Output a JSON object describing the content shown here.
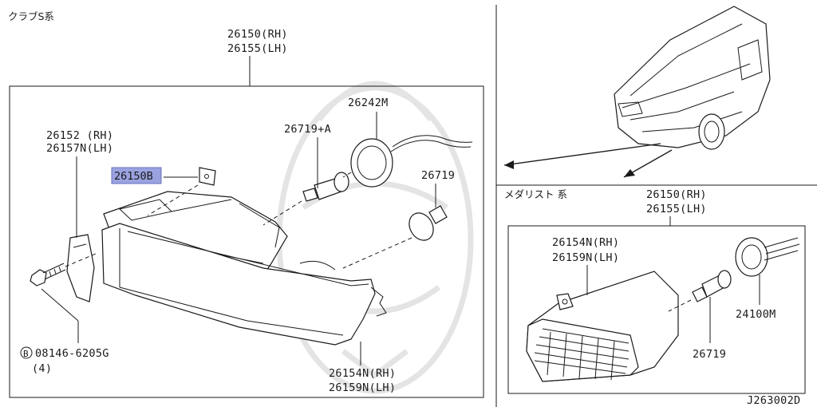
{
  "sections": {
    "left_title": "クラブS系",
    "right_bottom_title": "メダリスト 系"
  },
  "left_assembly": {
    "code_rh": "26150(RH)",
    "code_lh": "26155(LH)"
  },
  "left_parts": {
    "socket_26242m": "26242M",
    "bulb_26719a": "26719+A",
    "bulb_26719": "26719",
    "side_rh": "26152 (RH)",
    "side_lh": "26157N(LH)",
    "highlighted_part": "26150B",
    "bolt_code": "08146-6205G",
    "bolt_circle_letter": "B",
    "bolt_qty": "(4)",
    "lens_rh": "26154N(RH)",
    "lens_lh": "26159N(LH)"
  },
  "right_assembly": {
    "code_rh": "26150(RH)",
    "code_lh": "26155(LH)",
    "lamp_rh": "26154N(RH)",
    "lamp_lh": "26159N(LH)",
    "socket": "24100M",
    "bulb": "26719"
  },
  "diagram_id": "J263002D",
  "colors": {
    "highlight_fill": "#9aa3e0",
    "line": "#1a1a1a",
    "watermark": "#e4e4e4"
  }
}
